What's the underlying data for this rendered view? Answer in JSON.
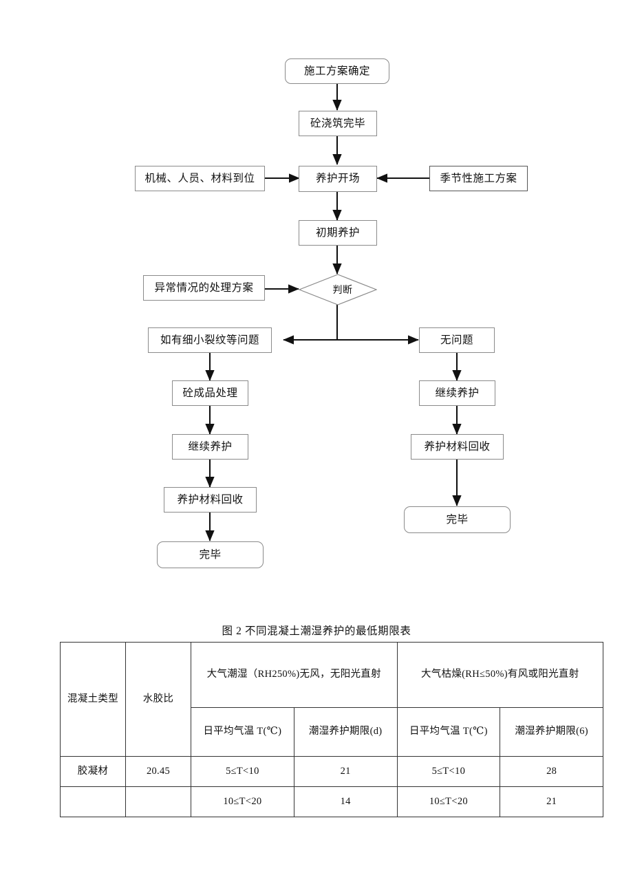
{
  "flowchart": {
    "nodes": [
      {
        "id": "n1",
        "label": "施工方案确定",
        "shape": "rounded-rect"
      },
      {
        "id": "n2",
        "label": "砼浇筑完毕",
        "shape": "rect"
      },
      {
        "id": "n3",
        "label": "机械、人员、材料到位",
        "shape": "rect"
      },
      {
        "id": "n4",
        "label": "养护开场",
        "shape": "rect"
      },
      {
        "id": "n5",
        "label": "季节性施工方案",
        "shape": "rect"
      },
      {
        "id": "n6",
        "label": "初期养护",
        "shape": "rect"
      },
      {
        "id": "n7",
        "label": "异常情况的处理方案",
        "shape": "rect"
      },
      {
        "id": "n8",
        "label": "判断",
        "shape": "diamond"
      },
      {
        "id": "n9",
        "label": "如有细小裂纹等问题",
        "shape": "rect"
      },
      {
        "id": "n10",
        "label": "无问题",
        "shape": "rect"
      },
      {
        "id": "n11",
        "label": "砼成品处理",
        "shape": "rect"
      },
      {
        "id": "n12",
        "label": "继续养护",
        "shape": "rect"
      },
      {
        "id": "n13",
        "label": "继续养护",
        "shape": "rect"
      },
      {
        "id": "n14",
        "label": "养护材料回收",
        "shape": "rect"
      },
      {
        "id": "n15",
        "label": "养护材料回收",
        "shape": "rect"
      },
      {
        "id": "n16",
        "label": "完毕",
        "shape": "rounded-rect"
      },
      {
        "id": "n17",
        "label": "完毕",
        "shape": "rounded-rect"
      }
    ]
  },
  "table": {
    "caption": "图 2 不同混凝土潮湿养护的最低期限表",
    "headers": {
      "col_type": "混凝土类型",
      "col_ratio": "水胶比",
      "group_humid": "大气潮湿（RH250%)无风，无阳光直射",
      "group_dry": "大气枯燥(RH≤50%)有风或阳光直射",
      "sub_temp_humid": "日平均气温 T(℃)",
      "sub_days_humid": "潮湿养护期限(d)",
      "sub_temp_dry": "日平均气温 T(℃)",
      "sub_days_dry": "潮湿养护期限(6)"
    },
    "rows": [
      {
        "type": "胶凝材",
        "ratio": "20.45",
        "temp_humid": "5≤T<10",
        "days_humid": "21",
        "temp_dry": "5≤T<10",
        "days_dry": "28"
      },
      {
        "type": "",
        "ratio": "",
        "temp_humid": "10≤T<20",
        "days_humid": "14",
        "temp_dry": "10≤T<20",
        "days_dry": "21"
      }
    ]
  }
}
